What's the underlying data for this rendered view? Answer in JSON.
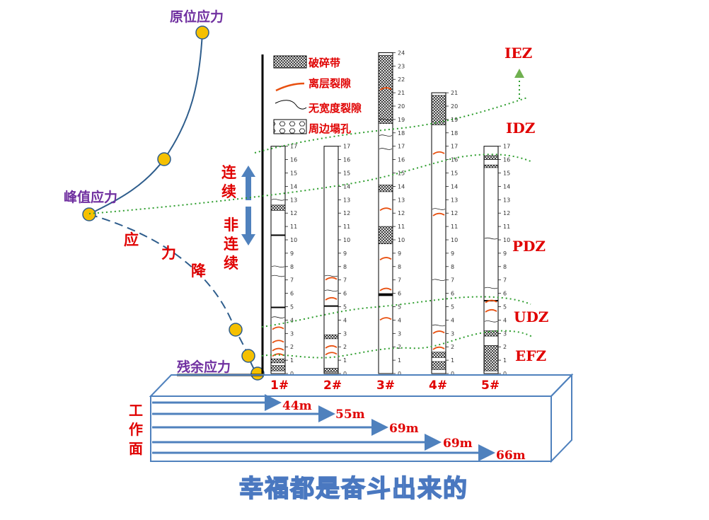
{
  "stress_curve": {
    "in_situ_label": "原位应力",
    "peak_label": "峰值应力",
    "residual_label": "残余应力",
    "decline_chars": [
      "应",
      "力",
      "降"
    ],
    "continuous_chars": [
      "连",
      "续"
    ],
    "discontinuous_chars": [
      "非",
      "连",
      "续"
    ]
  },
  "legend": {
    "items": [
      {
        "pattern": "crosshatch",
        "label": "破碎带"
      },
      {
        "pattern": "red-arc",
        "label": "离层裂隙"
      },
      {
        "pattern": "black-wave",
        "label": "无宽度裂隙"
      },
      {
        "pattern": "hexagon",
        "label": "周边塌孔"
      }
    ]
  },
  "boreholes": [
    {
      "name": "1#",
      "max_depth": 17,
      "distance": "44m"
    },
    {
      "name": "2#",
      "max_depth": 17,
      "distance": "55m"
    },
    {
      "name": "3#",
      "max_depth": 24,
      "distance": "69m"
    },
    {
      "name": "4#",
      "max_depth": 21,
      "distance": "69m"
    },
    {
      "name": "5#",
      "max_depth": 17,
      "distance": "66m"
    }
  ],
  "zones": [
    "IEZ",
    "IDZ",
    "PDZ",
    "UDZ",
    "EFZ"
  ],
  "working_face_chars": [
    "工",
    "作",
    "面"
  ],
  "slogan": "幸福都是奋斗出来的",
  "colors": {
    "zone_red": "#e00000",
    "label_purple": "#7030a0",
    "curve_blue": "#2e5d8c",
    "node_gold": "#f5c000",
    "boundary_green": "#2f9e2f",
    "arrow_blue": "#4f81bd",
    "slogan_blue": "#4a78c0"
  }
}
